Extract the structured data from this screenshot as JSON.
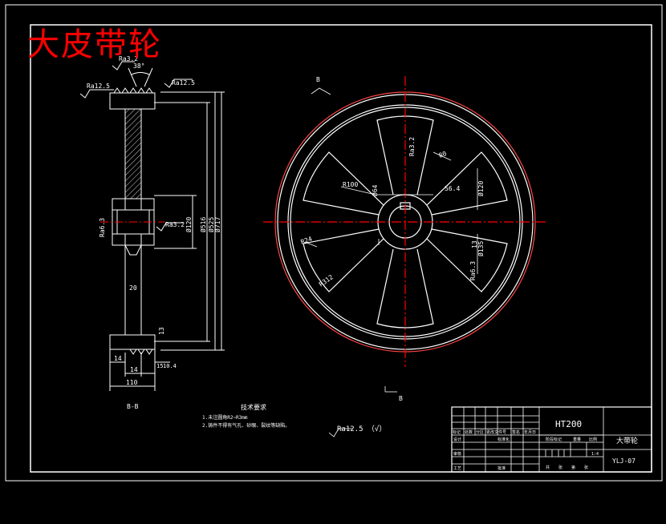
{
  "title": "大皮带轮",
  "section_label": "B-B",
  "view_marks": {
    "b_top": "B",
    "b_bottom": "B"
  },
  "roughness": {
    "top_left": "Ra12.5",
    "top_mid": "Ra3.2",
    "top_right": "Ra12.5",
    "hub_left": "Ra6.3",
    "hub_right": "Ra3.2",
    "web": "Ra3.2",
    "web2": "Ra6.3",
    "general": "Ra12.5 （√）"
  },
  "dimensions": {
    "groove_angle": "38°",
    "d_120": "Ø120",
    "d_516": "Ø516",
    "d_525": "Ø525",
    "d_717": "Ø717",
    "w_14a": "14",
    "w_14b": "14",
    "w_110": "110",
    "w_13": "13",
    "w_15": "15",
    "w_104": "10.4",
    "w_20": "20",
    "r_100": "R100",
    "arm_80": "80",
    "key_1": "56.4",
    "key_2": "Ø64",
    "r_24": "R24",
    "r_312": "R312",
    "hub_1": "Ø120",
    "hub_2": "Ø135",
    "rim_13": "13",
    "rim_b": "Ra6.3"
  },
  "tech_requirements": {
    "heading": "技术要求",
    "items": [
      "1.未注圆角R2~R3mm",
      "2.铸件不得有气孔、砂眼、裂纹等缺陷。"
    ]
  },
  "title_block": {
    "material": "HT200",
    "part_name": "大带轮",
    "drawing_no": "YLJ-07",
    "scale": "1:4",
    "rows": [
      "标记",
      "处数",
      "分区",
      "更改文件号",
      "签名",
      "年月日"
    ],
    "left_labels": [
      "设计",
      "审核",
      "工艺",
      "标准化",
      "批准"
    ],
    "stage_labels": [
      "阶段标记",
      "重量",
      "比例"
    ],
    "footer": [
      "共",
      "张",
      "第",
      "张"
    ]
  },
  "colors": {
    "background": "#000000",
    "lines": "#ffffff",
    "center_lines": "#ff0000",
    "title": "#ff0000"
  }
}
